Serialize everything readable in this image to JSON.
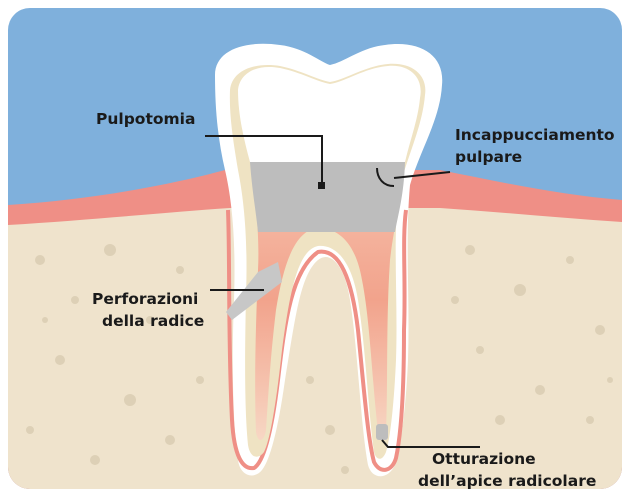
{
  "diagram": {
    "labels": {
      "pulpotomy": "Pulpotomia",
      "pulp_capping_line1": "Incappucciamento",
      "pulp_capping_line2": "pulpare",
      "root_perforation_line1": "Perforazioni",
      "root_perforation_line2": "della radice",
      "apex_filling_line1": "Otturazione",
      "apex_filling_line2": "dell’apice radicolare"
    },
    "colors": {
      "background_blue": "#7fb0dc",
      "gum": "#ef8f86",
      "bone": "#efe3cc",
      "tooth_outline": "#ffffff",
      "dentin": "#efe3c3",
      "pulp": "#f3a48e",
      "filling_gray": "#bdbdbd",
      "leader_line": "#1a1a1a"
    }
  }
}
